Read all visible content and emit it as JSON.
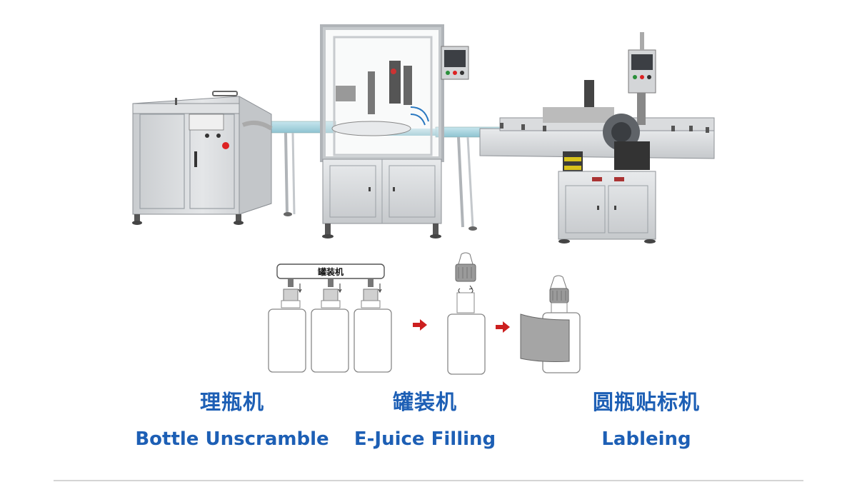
{
  "filler_head_text": "罐装机",
  "stations": [
    {
      "name_cn": "理瓶机",
      "name_en": "Bottle Unscramble"
    },
    {
      "name_cn": "罐装机",
      "name_en": "E-Juice Filling"
    },
    {
      "name_cn": "圆瓶贴标机",
      "name_en": "Lableing"
    }
  ],
  "colors": {
    "label": "#1d5fb5",
    "arrow": "#cc1f1f",
    "machine": "#d8dadc",
    "machine_dark": "#9ea2a6",
    "conveyor": "#9fd0dc"
  }
}
